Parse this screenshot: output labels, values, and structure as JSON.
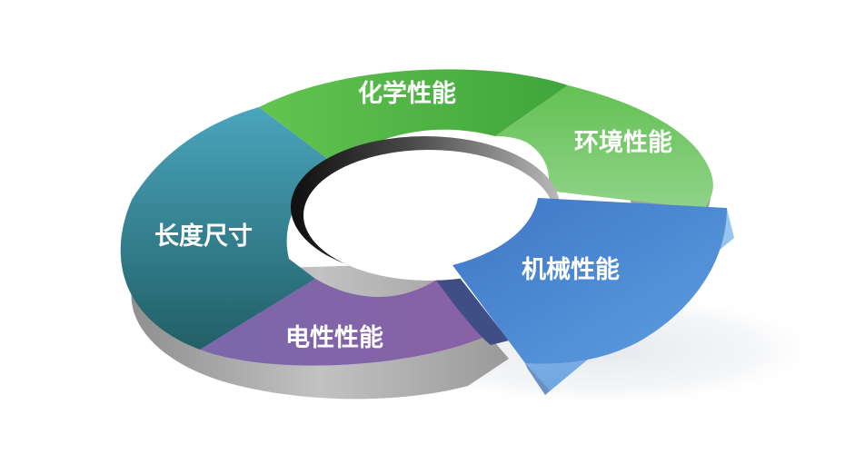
{
  "segments": [
    {
      "id": "chemical",
      "label": "化学性能",
      "color": "#58b94c"
    },
    {
      "id": "environment",
      "label": "环境性能",
      "color": "#7dcc6e"
    },
    {
      "id": "mechanical",
      "label": "机械性能",
      "color": "#4a86cf"
    },
    {
      "id": "electrical",
      "label": "电性性能",
      "color": "#7b5fa0"
    },
    {
      "id": "dimension",
      "label": "长度尺寸",
      "color": "#2f8d97"
    }
  ]
}
